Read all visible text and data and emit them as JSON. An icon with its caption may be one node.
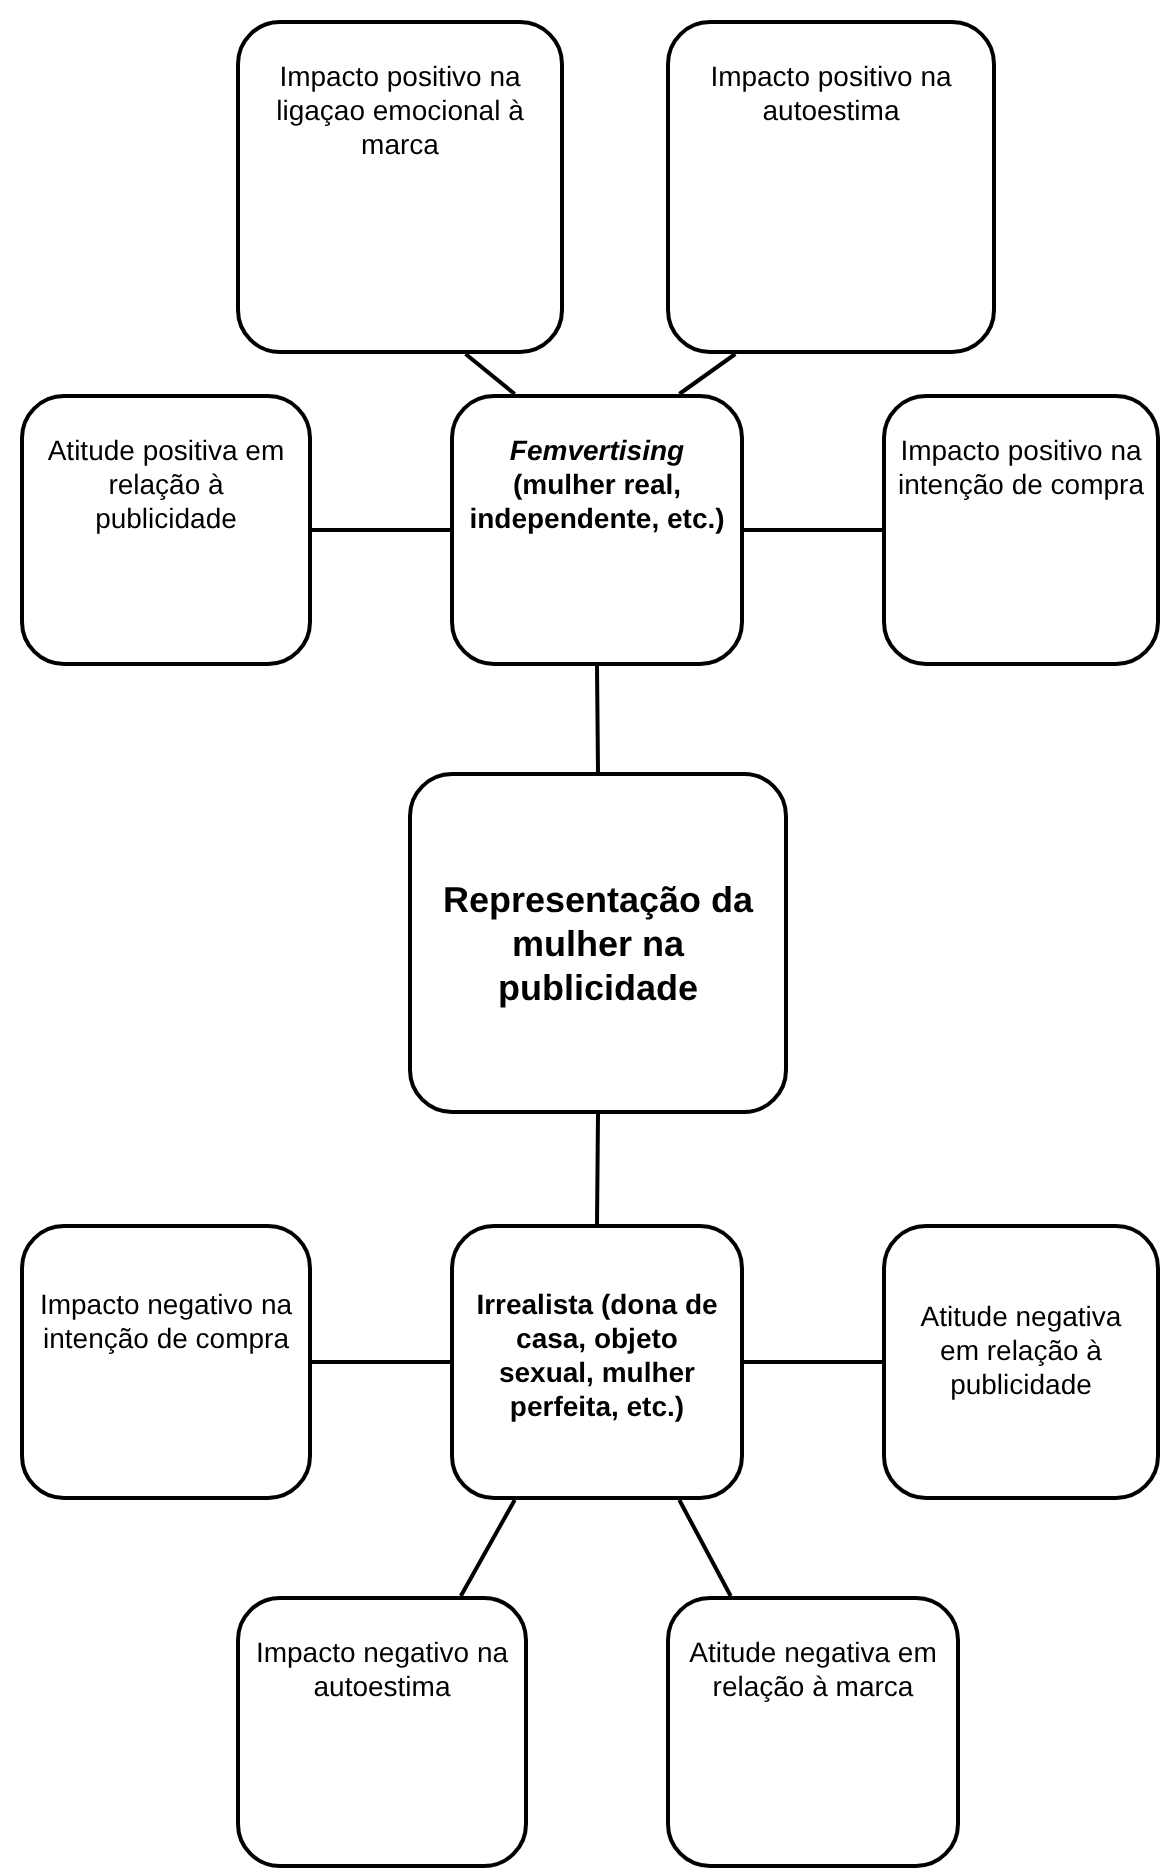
{
  "diagram": {
    "nodes": [
      {
        "text": [
          "Impacto positivo na ligaçao emocional à marca"
        ]
      },
      {
        "text": [
          "Impacto positivo na autoestima"
        ]
      },
      {
        "text": [
          "Atitude positiva em relação à publicidade"
        ]
      },
      {
        "text": [
          "*Femvertising* (mulher real, independente, etc.)"
        ]
      },
      {
        "text": [
          "Impacto positivo na intenção de compra"
        ]
      },
      {
        "text": [
          "Representação da mulher na publicidade"
        ]
      },
      {
        "text": [
          "Impacto negativo na intenção de compra"
        ]
      },
      {
        "text": [
          "Irrealista (dona de casa, objeto sexual, mulher perfeita, etc.)"
        ]
      },
      {
        "text": [
          "Atitude negativa em relação à publicidade"
        ]
      },
      {
        "text": [
          "Impacto negativo na autoestima"
        ]
      },
      {
        "text": [
          "Atitude negativa em relação à marca"
        ]
      }
    ],
    "edges": [
      {
        "from": 3,
        "to": 0,
        "arrow": "none"
      },
      {
        "from": 3,
        "to": 1,
        "arrow": "none"
      },
      {
        "from": 3,
        "to": 2,
        "arrow": "none"
      },
      {
        "from": 3,
        "to": 4,
        "arrow": "none"
      },
      {
        "from": 3,
        "to": 5,
        "arrow": "none"
      },
      {
        "from": 5,
        "to": 7,
        "arrow": "none"
      },
      {
        "from": 7,
        "to": 6,
        "arrow": "none"
      },
      {
        "from": 7,
        "to": 8,
        "arrow": "none"
      },
      {
        "from": 7,
        "to": 9,
        "arrow": "none"
      },
      {
        "from": 7,
        "to": 10,
        "arrow": "none"
      }
    ]
  }
}
